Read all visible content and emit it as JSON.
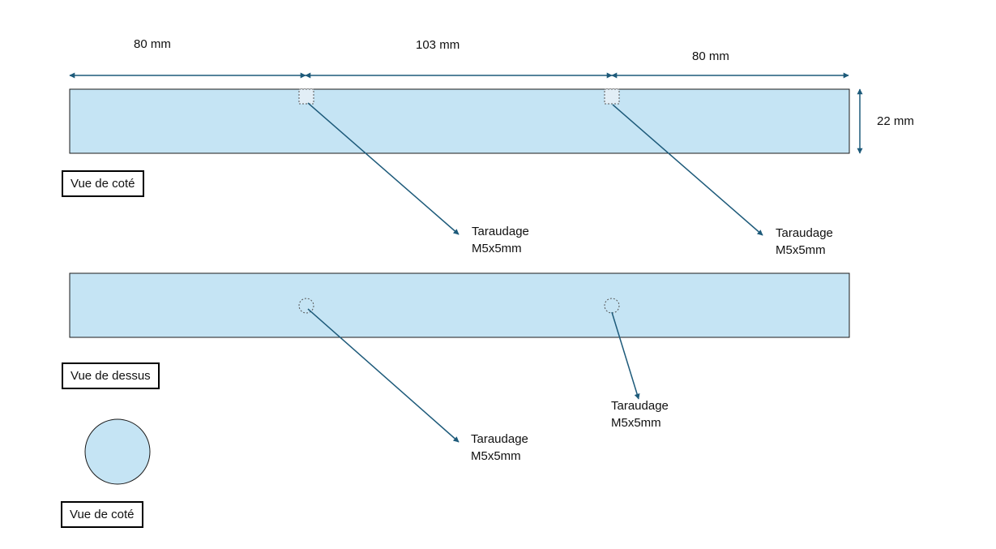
{
  "dimensions": {
    "left": "80 mm",
    "middle": "103 mm",
    "right": "80 mm",
    "height": "22 mm"
  },
  "views": {
    "side_view_label": "Vue de coté",
    "top_view_label": "Vue de dessus",
    "end_view_label": "Vue de coté"
  },
  "annotations": [
    {
      "line1": "Taraudage",
      "line2": "M5x5mm"
    },
    {
      "line1": "Taraudage",
      "line2": "M5x5mm"
    },
    {
      "line1": "Taraudage",
      "line2": "M5x5mm"
    },
    {
      "line1": "Taraudage",
      "line2": "M5x5mm"
    }
  ],
  "colors": {
    "part_fill": "#c5e4f4",
    "outline": "#1a1a1a",
    "arrow": "#1d5a7a"
  }
}
